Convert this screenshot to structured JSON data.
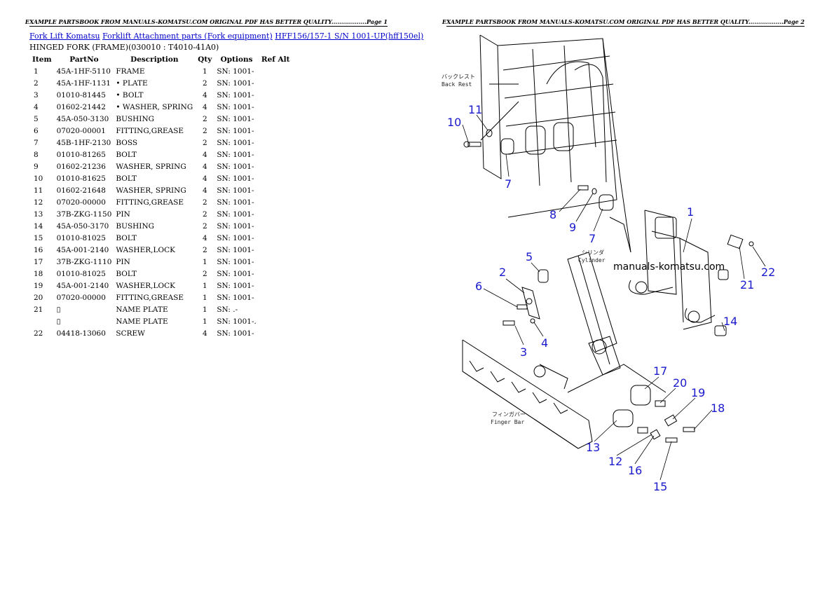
{
  "header": {
    "page1": "EXAMPLE PARTSBOOK FROM MANUALS-KOMATSU.COM ORIGINAL PDF HAS BETTER QUALITY..................Page 1",
    "page2": "EXAMPLE PARTSBOOK FROM MANUALS-KOMATSU.COM ORIGINAL PDF HAS BETTER QUALITY..................Page 2"
  },
  "breadcrumb": {
    "link1": "Fork Lift Komatsu",
    "link2": "Forklift Attachment parts (Fork equipment)",
    "link3": "HFF156/157-1 S/N 1001-UP(hff150el)"
  },
  "subtitle": "HINGED FORK (FRAME)(030010 : T4010-41A0)",
  "table": {
    "columns": [
      "Item",
      "PartNo",
      "Description",
      "Qty",
      "Options",
      "Ref Alt"
    ],
    "rows": [
      {
        "item": "1",
        "part": "45A-1HF-5110",
        "desc": "FRAME",
        "qty": "1",
        "opt": "SN: 1001-"
      },
      {
        "item": "2",
        "part": "45A-1HF-1131",
        "desc": "• PLATE",
        "qty": "2",
        "opt": "SN: 1001-"
      },
      {
        "item": "3",
        "part": "01010-81445",
        "desc": "• BOLT",
        "qty": "4",
        "opt": "SN: 1001-"
      },
      {
        "item": "4",
        "part": "01602-21442",
        "desc": "• WASHER, SPRING",
        "qty": "4",
        "opt": "SN: 1001-"
      },
      {
        "item": "5",
        "part": "45A-050-3130",
        "desc": "BUSHING",
        "qty": "2",
        "opt": "SN: 1001-"
      },
      {
        "item": "6",
        "part": "07020-00001",
        "desc": "FITTING,GREASE",
        "qty": "2",
        "opt": "SN: 1001-"
      },
      {
        "item": "7",
        "part": "45B-1HF-2130",
        "desc": "BOSS",
        "qty": "2",
        "opt": "SN: 1001-"
      },
      {
        "item": "8",
        "part": "01010-81265",
        "desc": "BOLT",
        "qty": "4",
        "opt": "SN: 1001-"
      },
      {
        "item": "9",
        "part": "01602-21236",
        "desc": "WASHER, SPRING",
        "qty": "4",
        "opt": "SN: 1001-"
      },
      {
        "item": "10",
        "part": "01010-81625",
        "desc": "BOLT",
        "qty": "4",
        "opt": "SN: 1001-"
      },
      {
        "item": "11",
        "part": "01602-21648",
        "desc": "WASHER, SPRING",
        "qty": "4",
        "opt": "SN: 1001-"
      },
      {
        "item": "12",
        "part": "07020-00000",
        "desc": "FITTING,GREASE",
        "qty": "2",
        "opt": "SN: 1001-"
      },
      {
        "item": "13",
        "part": "37B-ZKG-1150",
        "desc": "PIN",
        "qty": "2",
        "opt": "SN: 1001-"
      },
      {
        "item": "14",
        "part": "45A-050-3170",
        "desc": "BUSHING",
        "qty": "2",
        "opt": "SN: 1001-"
      },
      {
        "item": "15",
        "part": "01010-81025",
        "desc": "BOLT",
        "qty": "4",
        "opt": "SN: 1001-"
      },
      {
        "item": "16",
        "part": "45A-001-2140",
        "desc": "WASHER,LOCK",
        "qty": "2",
        "opt": "SN: 1001-"
      },
      {
        "item": "17",
        "part": "37B-ZKG-1110",
        "desc": "PIN",
        "qty": "1",
        "opt": "SN: 1001-"
      },
      {
        "item": "18",
        "part": "01010-81025",
        "desc": "BOLT",
        "qty": "2",
        "opt": "SN: 1001-"
      },
      {
        "item": "19",
        "part": "45A-001-2140",
        "desc": "WASHER,LOCK",
        "qty": "1",
        "opt": "SN: 1001-"
      },
      {
        "item": "20",
        "part": "07020-00000",
        "desc": "FITTING,GREASE",
        "qty": "1",
        "opt": "SN: 1001-"
      },
      {
        "item": "21",
        "part": "▯",
        "desc": "NAME PLATE",
        "qty": "1",
        "opt": "SN: .-"
      },
      {
        "item": "",
        "part": "▯",
        "desc": "NAME PLATE",
        "qty": "1",
        "opt": "SN: 1001-."
      },
      {
        "item": "22",
        "part": "04418-13060",
        "desc": "SCREW",
        "qty": "4",
        "opt": "SN: 1001-"
      }
    ]
  },
  "diagram": {
    "label_backrest_jp": "バックレスト",
    "label_backrest": "Back Rest",
    "label_cylinder_jp": "シリンダ",
    "label_cylinder": "Cylinder",
    "label_fingerbar_jp": "フィンガバー",
    "label_fingerbar": "Finger Bar",
    "watermark": "manuals-komatsu.com",
    "callouts": [
      "1",
      "2",
      "3",
      "4",
      "5",
      "6",
      "7",
      "7",
      "8",
      "9",
      "10",
      "11",
      "12",
      "13",
      "14",
      "15",
      "16",
      "17",
      "18",
      "19",
      "20",
      "21",
      "22"
    ]
  }
}
